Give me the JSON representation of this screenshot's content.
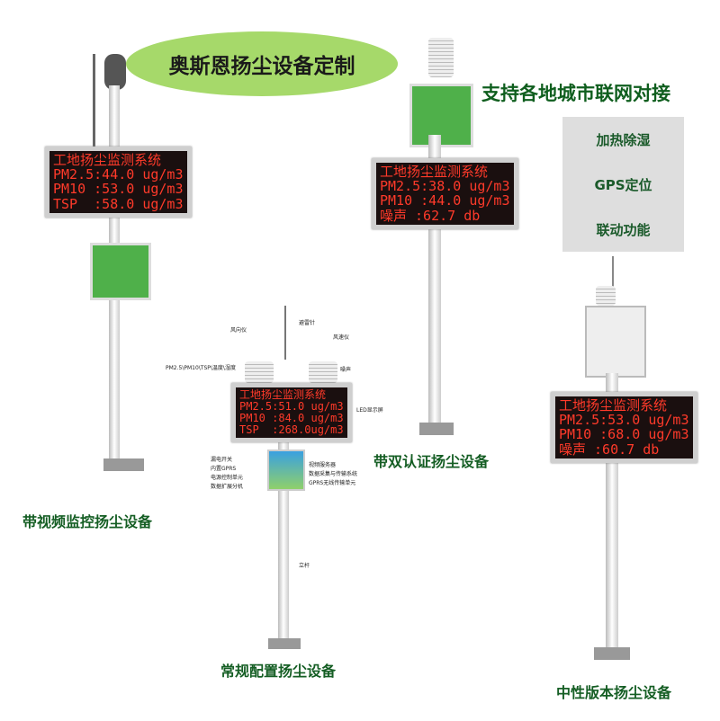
{
  "banner": {
    "title": "奥斯恩扬尘设备定制",
    "slogan": "支持各地城市联网对接"
  },
  "features": [
    "加热除湿",
    "GPS定位",
    "联动功能"
  ],
  "devices": [
    {
      "caption": "带视频监控扬尘设备",
      "led": [
        "工地扬尘监测系统",
        "PM2.5:44.0 ug/m3",
        "PM10 :53.0 ug/m3",
        "TSP  :58.0 ug/m3"
      ]
    },
    {
      "caption": "带双认证扬尘设备",
      "led": [
        "工地扬尘监测系统",
        "PM2.5:38.0 ug/m3",
        "PM10 :44.0 ug/m3",
        "噪声 :62.7 db"
      ]
    },
    {
      "caption": "常规配置扬尘设备",
      "led": [
        "工地扬尘监测系统",
        "PM2.5:51.0 ug/m3",
        "PM10 :84.0 ug/m3",
        "TSP  :268.0ug/m3"
      ]
    },
    {
      "caption": "中性版本扬尘设备",
      "led": [
        "工地扬尘监测系统",
        "PM2.5:53.0 ug/m3",
        "PM10 :68.0 ug/m3",
        "噪声 :60.7 db"
      ]
    }
  ],
  "labels": {
    "wind_dir": "风向仪",
    "lightning": "避雷针",
    "wind_speed": "风速仪",
    "sensors": "PM2.5\\PM10\\TSP\\温度\\湿度",
    "noise": "噪声",
    "led": "LED显示屏",
    "leak": "漏电开关",
    "gprs": "内置GPRS",
    "power": "电源控制单元",
    "ext": "数据扩展分机",
    "video": "视频服务器",
    "daq": "数据采集与传输系统",
    "wireless": "GPRS无线传输单元",
    "pole": "立杆"
  }
}
